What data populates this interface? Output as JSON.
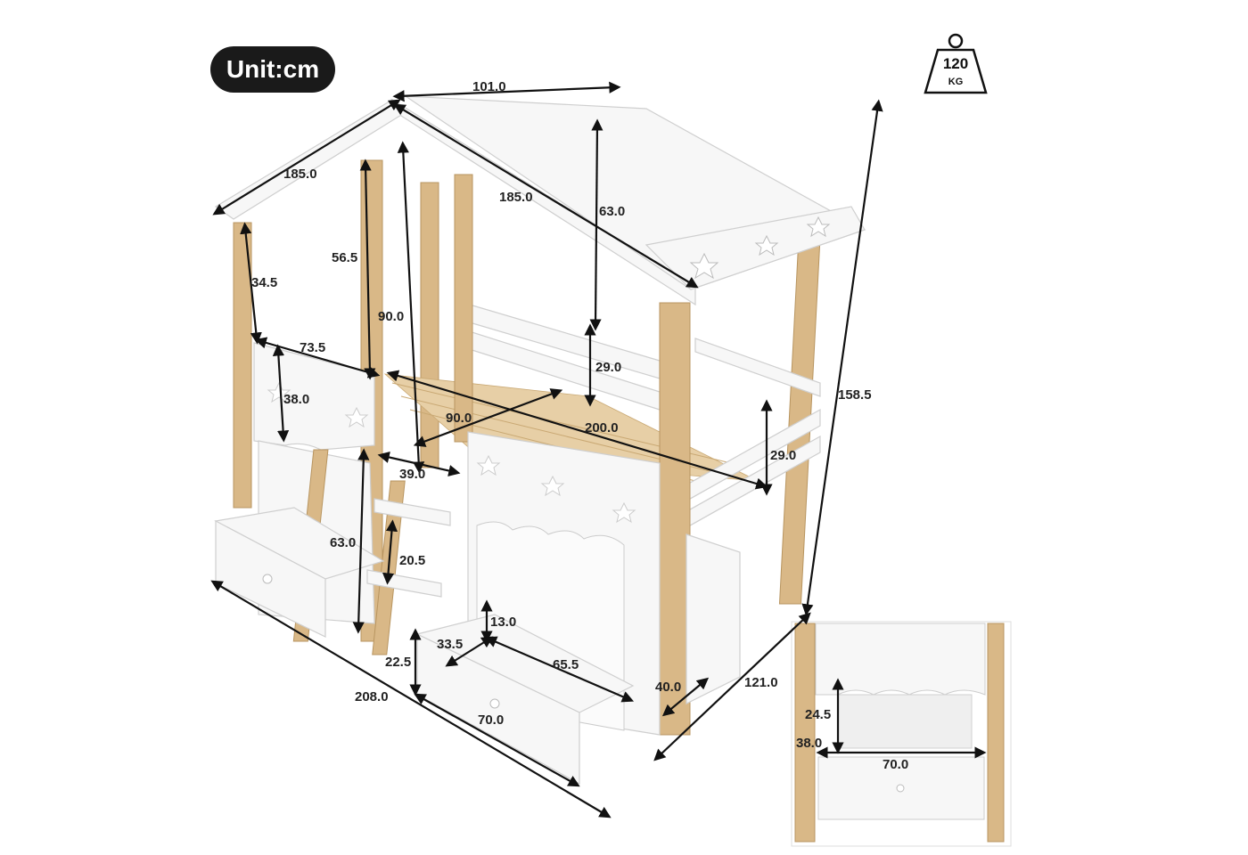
{
  "unit_label": "Unit:cm",
  "weight": {
    "value": "120",
    "unit": "KG",
    "icon": "weight-icon"
  },
  "dimensions": {
    "roof_width": "101.0",
    "roof_front_slope": "185.0",
    "roof_side_slope": "185.0",
    "roof_height": "63.0",
    "post_height_upper": "56.5",
    "front_post_gap": "34.5",
    "inner_height": "90.0",
    "front_panel_width": "73.5",
    "front_panel_height": "38.0",
    "rail_height": "29.0",
    "mattress_width": "90.0",
    "mattress_length": "200.0",
    "side_rail_height": "29.0",
    "total_height": "158.5",
    "ladder_width": "39.0",
    "under_height": "63.0",
    "step_spacing": "20.5",
    "drawer_inner_height": "13.0",
    "drawer_depth": "33.5",
    "drawer_inner_width": "65.5",
    "drawer_height": "22.5",
    "drawer_width": "70.0",
    "base_depth": "40.0",
    "total_width": "121.0",
    "total_length": "208.0"
  },
  "inset": {
    "shelf_height": "24.5",
    "cabinet_height": "38.0",
    "drawer_width": "70.0"
  },
  "colors": {
    "wood": "#d9b887",
    "white": "#f7f7f7",
    "badge": "#1a1a1a"
  }
}
